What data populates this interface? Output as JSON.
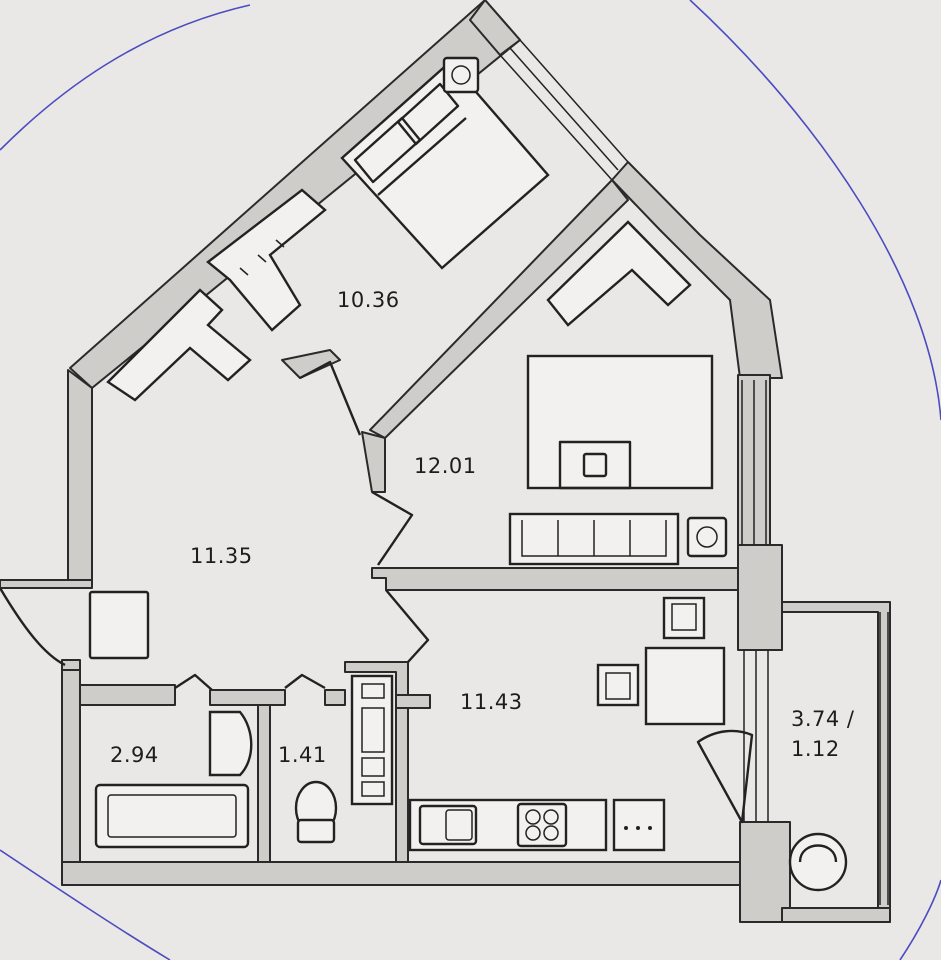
{
  "rooms": {
    "bedroom": {
      "area": "10.36"
    },
    "living_room": {
      "area": "12.01"
    },
    "hallway": {
      "area": "11.35"
    },
    "kitchen": {
      "area": "11.43"
    },
    "bathroom": {
      "area": "2.94"
    },
    "toilet": {
      "area": "1.41"
    },
    "balcony": {
      "area": "3.74 /\n1.12"
    }
  },
  "colors": {
    "paper": "#eae8e6",
    "wall": "#cfcdca",
    "line": "#222222",
    "pen_outline": "#4a4cc0"
  }
}
